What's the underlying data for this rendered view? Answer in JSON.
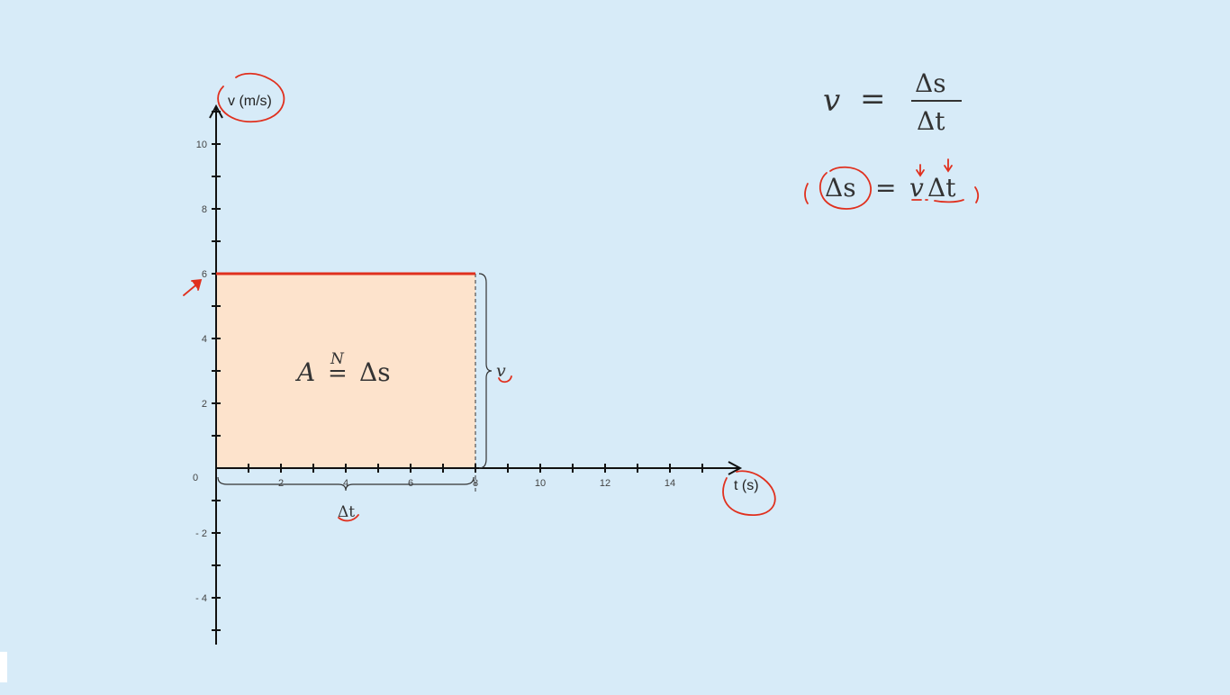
{
  "chart_data": {
    "type": "area",
    "xlabel": "t (s)",
    "ylabel": "v (m/s)",
    "xlim": [
      0,
      16
    ],
    "ylim": [
      -5.5,
      11
    ],
    "x_ticks": [
      2,
      4,
      6,
      8,
      10,
      12,
      14
    ],
    "y_ticks": [
      -4,
      -2,
      2,
      4,
      6,
      8,
      10
    ],
    "origin_label": "0",
    "series": [
      {
        "x": [
          0,
          8
        ],
        "y": [
          6,
          6
        ],
        "color": "#e0301e"
      }
    ],
    "shaded_region": {
      "x_range": [
        0,
        8
      ],
      "y_range": [
        0,
        6
      ],
      "fill": "#fde3cc"
    },
    "grid": false
  },
  "annotations": {
    "area_eq": {
      "lhs": "A",
      "sym": "=",
      "over": "N",
      "rhs": "Δs"
    },
    "brace_v": "v",
    "brace_dt": "Δt"
  },
  "formulas": {
    "f1": {
      "lhs": "v",
      "eq": "=",
      "num": "Δs",
      "den": "Δt"
    },
    "f2": {
      "lhs": "Δs",
      "eq": "=",
      "v": "v",
      "dt": "Δt"
    }
  },
  "colors": {
    "background": "#d7ebf8",
    "pen": "#e0301e",
    "axis": "#111111"
  }
}
